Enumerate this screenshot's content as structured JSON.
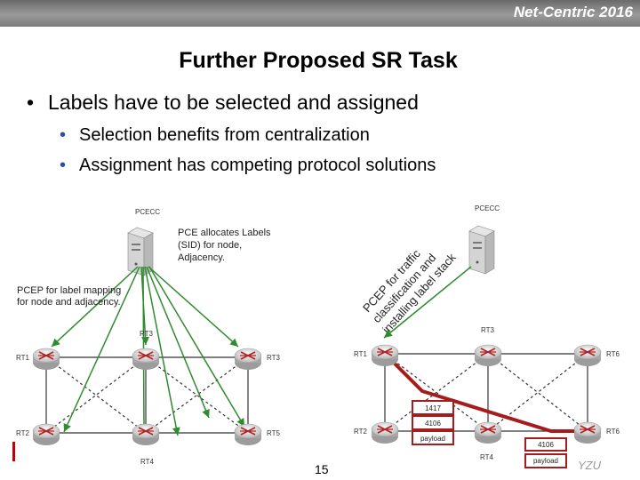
{
  "header": {
    "conference": "Net-Centric 2016"
  },
  "slide": {
    "title": "Further Proposed SR Task",
    "bullet_main": "Labels have to be selected and assigned",
    "bullets_sub": [
      "Selection benefits from centralization",
      "Assignment has competing protocol solutions"
    ],
    "page_number": "15",
    "footer_logo": "YZU"
  },
  "diagram_left": {
    "server_label": "PCECC",
    "note_allocate_1": "PCE allocates Labels",
    "note_allocate_2": "(SID) for node,",
    "note_allocate_3": "Adjacency.",
    "note_pcep_1": "PCEP for label mapping",
    "note_pcep_2": "for node and adjacency.",
    "routers": [
      "RT1",
      "RT3",
      "RT2",
      "RT4",
      "RT5"
    ],
    "top_label": "RT3"
  },
  "diagram_right": {
    "server_label": "PCECC",
    "rotated_1": "PCEP for traffic",
    "rotated_2": "classification and",
    "rotated_3": "installing label stack",
    "routers": [
      "RT1",
      "RT3",
      "RT2",
      "RT4",
      "RT6"
    ],
    "stack_labels": [
      "1417",
      "4106",
      "payload"
    ],
    "stack_labels_2": [
      "4106",
      "payload"
    ]
  },
  "colors": {
    "accent": "#2a4ea3",
    "label_red": "#a51c1c",
    "header": "#7c7c7c"
  }
}
